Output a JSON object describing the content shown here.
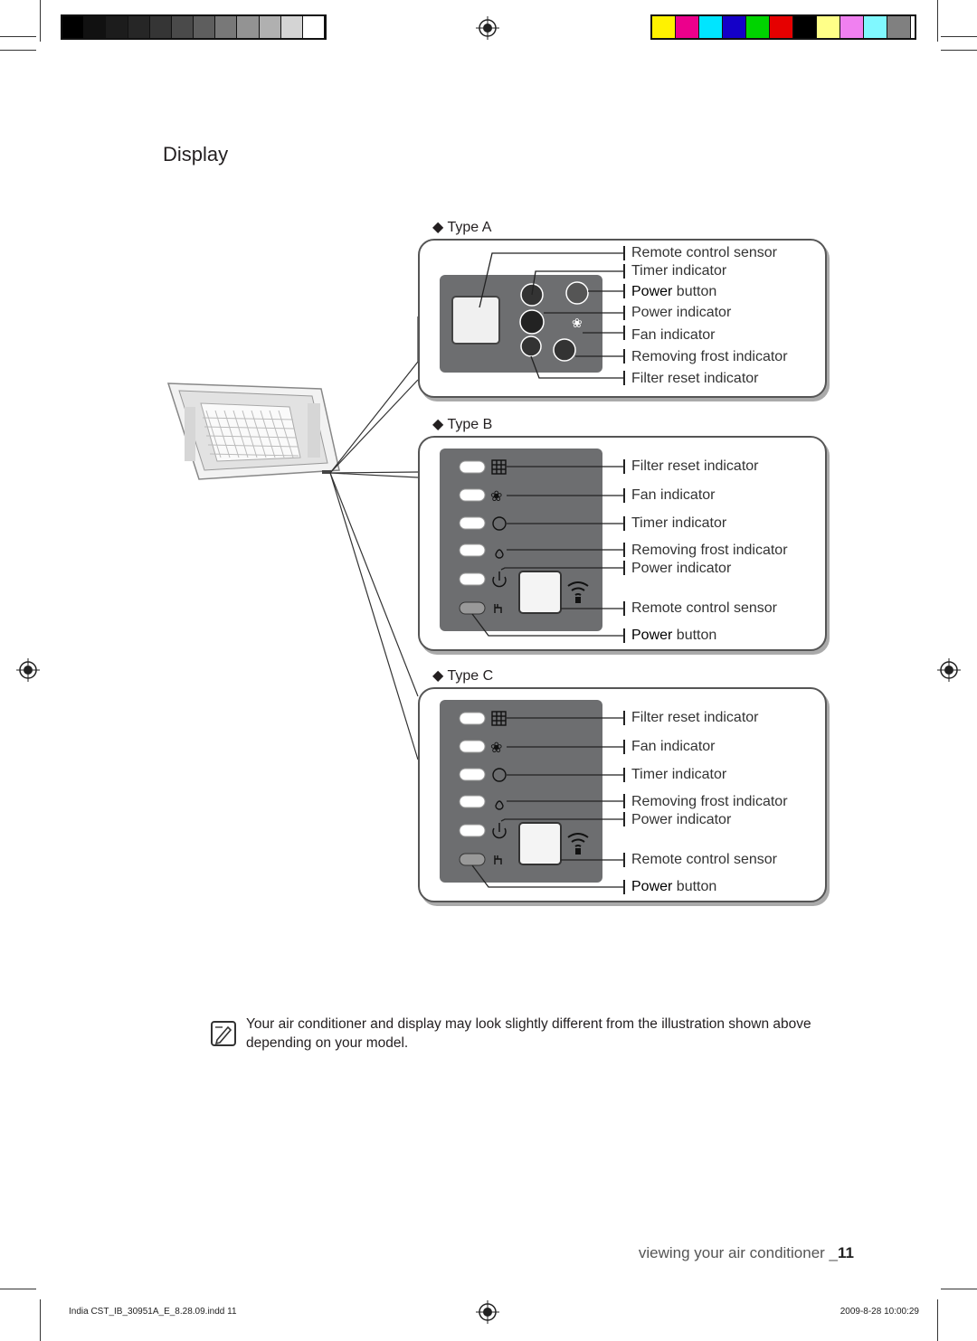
{
  "page": {
    "title": "Display",
    "note": "Your air conditioner and display may look slightly different from the illustration shown above depending on your model.",
    "footer": {
      "section": "viewing your air conditioner _",
      "page_number": "11"
    },
    "slug": {
      "file": "India CST_IB_30951A_E_8.28.09.indd   11",
      "timestamp": "2009-8-28   10:00:29"
    }
  },
  "colors": {
    "grays": [
      "#000000",
      "#111111",
      "#1c1c1c",
      "#262626",
      "#353535",
      "#4a4a4a",
      "#5e5e5e",
      "#787878",
      "#939393",
      "#b0b0b0",
      "#d4d4d4",
      "#ffffff"
    ],
    "process": [
      "#fff200",
      "#ec008c",
      "#00e5ff",
      "#1400c8",
      "#00d400",
      "#e60000",
      "#000000",
      "#ffff88",
      "#f080f0",
      "#80f8ff",
      "#808080"
    ]
  },
  "type_a": {
    "label": "Type A",
    "callouts": {
      "remote_sensor": "Remote control sensor",
      "timer": "Timer indicator",
      "power_button_bold": "Power",
      "power_button_rest": " button",
      "power_indicator": "Power indicator",
      "fan": "Fan indicator",
      "frost": "Removing frost indicator",
      "filter": "Filter reset indicator"
    }
  },
  "type_b": {
    "label": "Type B",
    "callouts": {
      "filter": "Filter reset indicator",
      "fan": "Fan indicator",
      "timer": "Timer indicator",
      "frost": "Removing frost indicator",
      "power_indicator": "Power indicator",
      "remote_sensor": "Remote control sensor",
      "power_button_bold": "Power",
      "power_button_rest": " button"
    }
  },
  "type_c": {
    "label": "Type C",
    "callouts": {
      "filter": "Filter reset indicator",
      "fan": "Fan indicator",
      "timer": "Timer indicator",
      "frost": "Removing frost indicator",
      "power_indicator": "Power indicator",
      "remote_sensor": "Remote control sensor",
      "power_button_bold": "Power",
      "power_button_rest": " button"
    }
  },
  "icons": {
    "note": "note-pencil-icon",
    "register": "registration-mark-icon",
    "bullet": "diamond-bullet-icon"
  }
}
